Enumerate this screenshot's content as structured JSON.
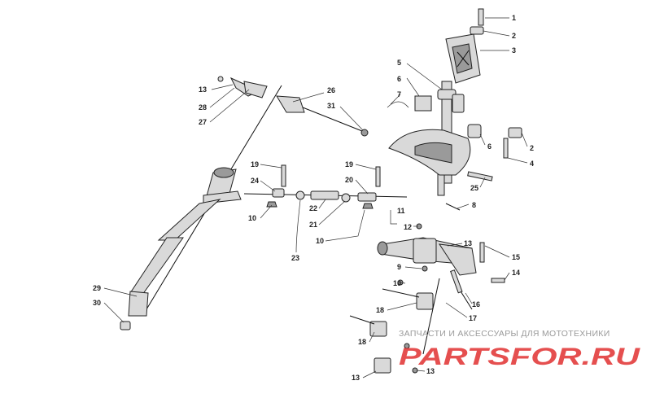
{
  "diagram": {
    "callouts": [
      {
        "label": "1"
      },
      {
        "label": "2"
      },
      {
        "label": "3"
      },
      {
        "label": "5"
      },
      {
        "label": "6"
      },
      {
        "label": "7"
      },
      {
        "label": "6"
      },
      {
        "label": "2"
      },
      {
        "label": "4"
      },
      {
        "label": "13"
      },
      {
        "label": "28"
      },
      {
        "label": "27"
      },
      {
        "label": "26"
      },
      {
        "label": "31"
      },
      {
        "label": "19"
      },
      {
        "label": "24"
      },
      {
        "label": "10"
      },
      {
        "label": "19"
      },
      {
        "label": "20"
      },
      {
        "label": "22"
      },
      {
        "label": "21"
      },
      {
        "label": "10"
      },
      {
        "label": "23"
      },
      {
        "label": "25"
      },
      {
        "label": "8"
      },
      {
        "label": "11"
      },
      {
        "label": "12"
      },
      {
        "label": "13"
      },
      {
        "label": "15"
      },
      {
        "label": "9"
      },
      {
        "label": "14"
      },
      {
        "label": "10"
      },
      {
        "label": "16"
      },
      {
        "label": "17"
      },
      {
        "label": "18"
      },
      {
        "label": "18"
      },
      {
        "label": "13"
      },
      {
        "label": "13"
      },
      {
        "label": "29"
      },
      {
        "label": "30"
      }
    ]
  },
  "watermark": {
    "caption": "ЗАПЧАСТИ И АКСЕССУАРЫ ДЛЯ МОТОТЕХНИКИ",
    "logo_text": "PARTSFOR.RU",
    "logo_color": "#e03030"
  }
}
